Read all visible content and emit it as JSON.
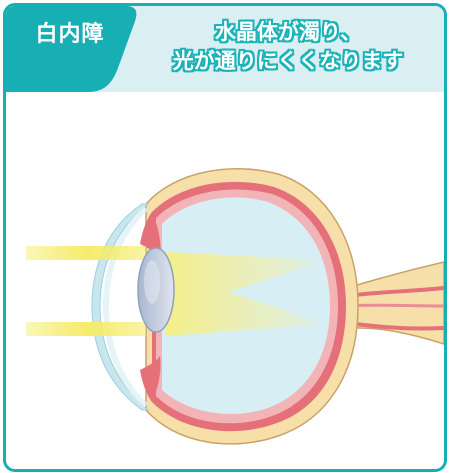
{
  "header": {
    "tag": "白内障",
    "headline_line1": "水晶体が濁り、",
    "headline_line2": "光が通りにくくなります"
  },
  "colors": {
    "frame": "#17aeb4",
    "header_band": "#d9eff2",
    "eyeball_outer": "#f6dfa9",
    "eyeball_wall": "#e6707a",
    "vitreous": "#d6eef4",
    "lens": "#b9c9de",
    "light_beam": "#f7ef7c"
  },
  "icons": {
    "diagram": "eye-cross-section-icon"
  }
}
